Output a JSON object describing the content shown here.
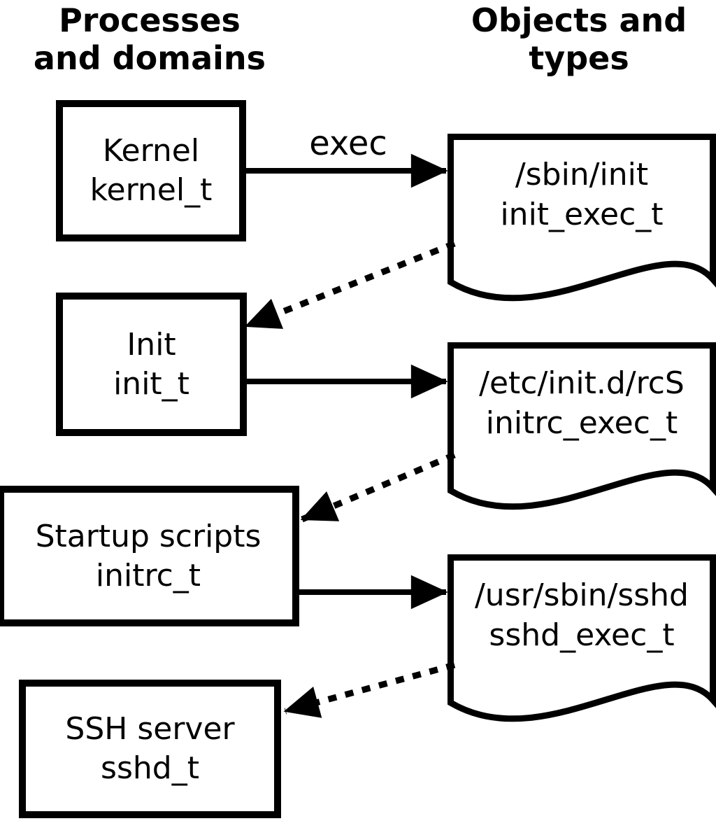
{
  "diagram": {
    "columns": {
      "left_header": {
        "line1": "Processes",
        "line2": "and domains"
      },
      "right_header": {
        "line1": "Objects and",
        "line2": "types"
      }
    },
    "processes": [
      {
        "name": "Kernel",
        "type": "kernel_t"
      },
      {
        "name": "Init",
        "type": "init_t"
      },
      {
        "name": "Startup scripts",
        "type": "initrc_t"
      },
      {
        "name": "SSH server",
        "type": "sshd_t"
      }
    ],
    "objects": [
      {
        "path": "/sbin/init",
        "type": "init_exec_t"
      },
      {
        "path": "/etc/init.d/rcS",
        "type": "initrc_exec_t"
      },
      {
        "path": "/usr/sbin/sshd",
        "type": "sshd_exec_t"
      }
    ],
    "edges": [
      {
        "from": "kernel_t",
        "to": "init_exec_t",
        "label": "exec",
        "style": "solid"
      },
      {
        "from": "init_exec_t",
        "to": "init_t",
        "label": "",
        "style": "dotted"
      },
      {
        "from": "init_t",
        "to": "initrc_exec_t",
        "label": "",
        "style": "solid"
      },
      {
        "from": "initrc_exec_t",
        "to": "initrc_t",
        "label": "",
        "style": "dotted"
      },
      {
        "from": "initrc_t",
        "to": "sshd_exec_t",
        "label": "",
        "style": "solid"
      },
      {
        "from": "sshd_exec_t",
        "to": "sshd_t",
        "label": "",
        "style": "dotted"
      }
    ],
    "colors": {
      "ink": "#000000",
      "background": "#ffffff"
    }
  }
}
